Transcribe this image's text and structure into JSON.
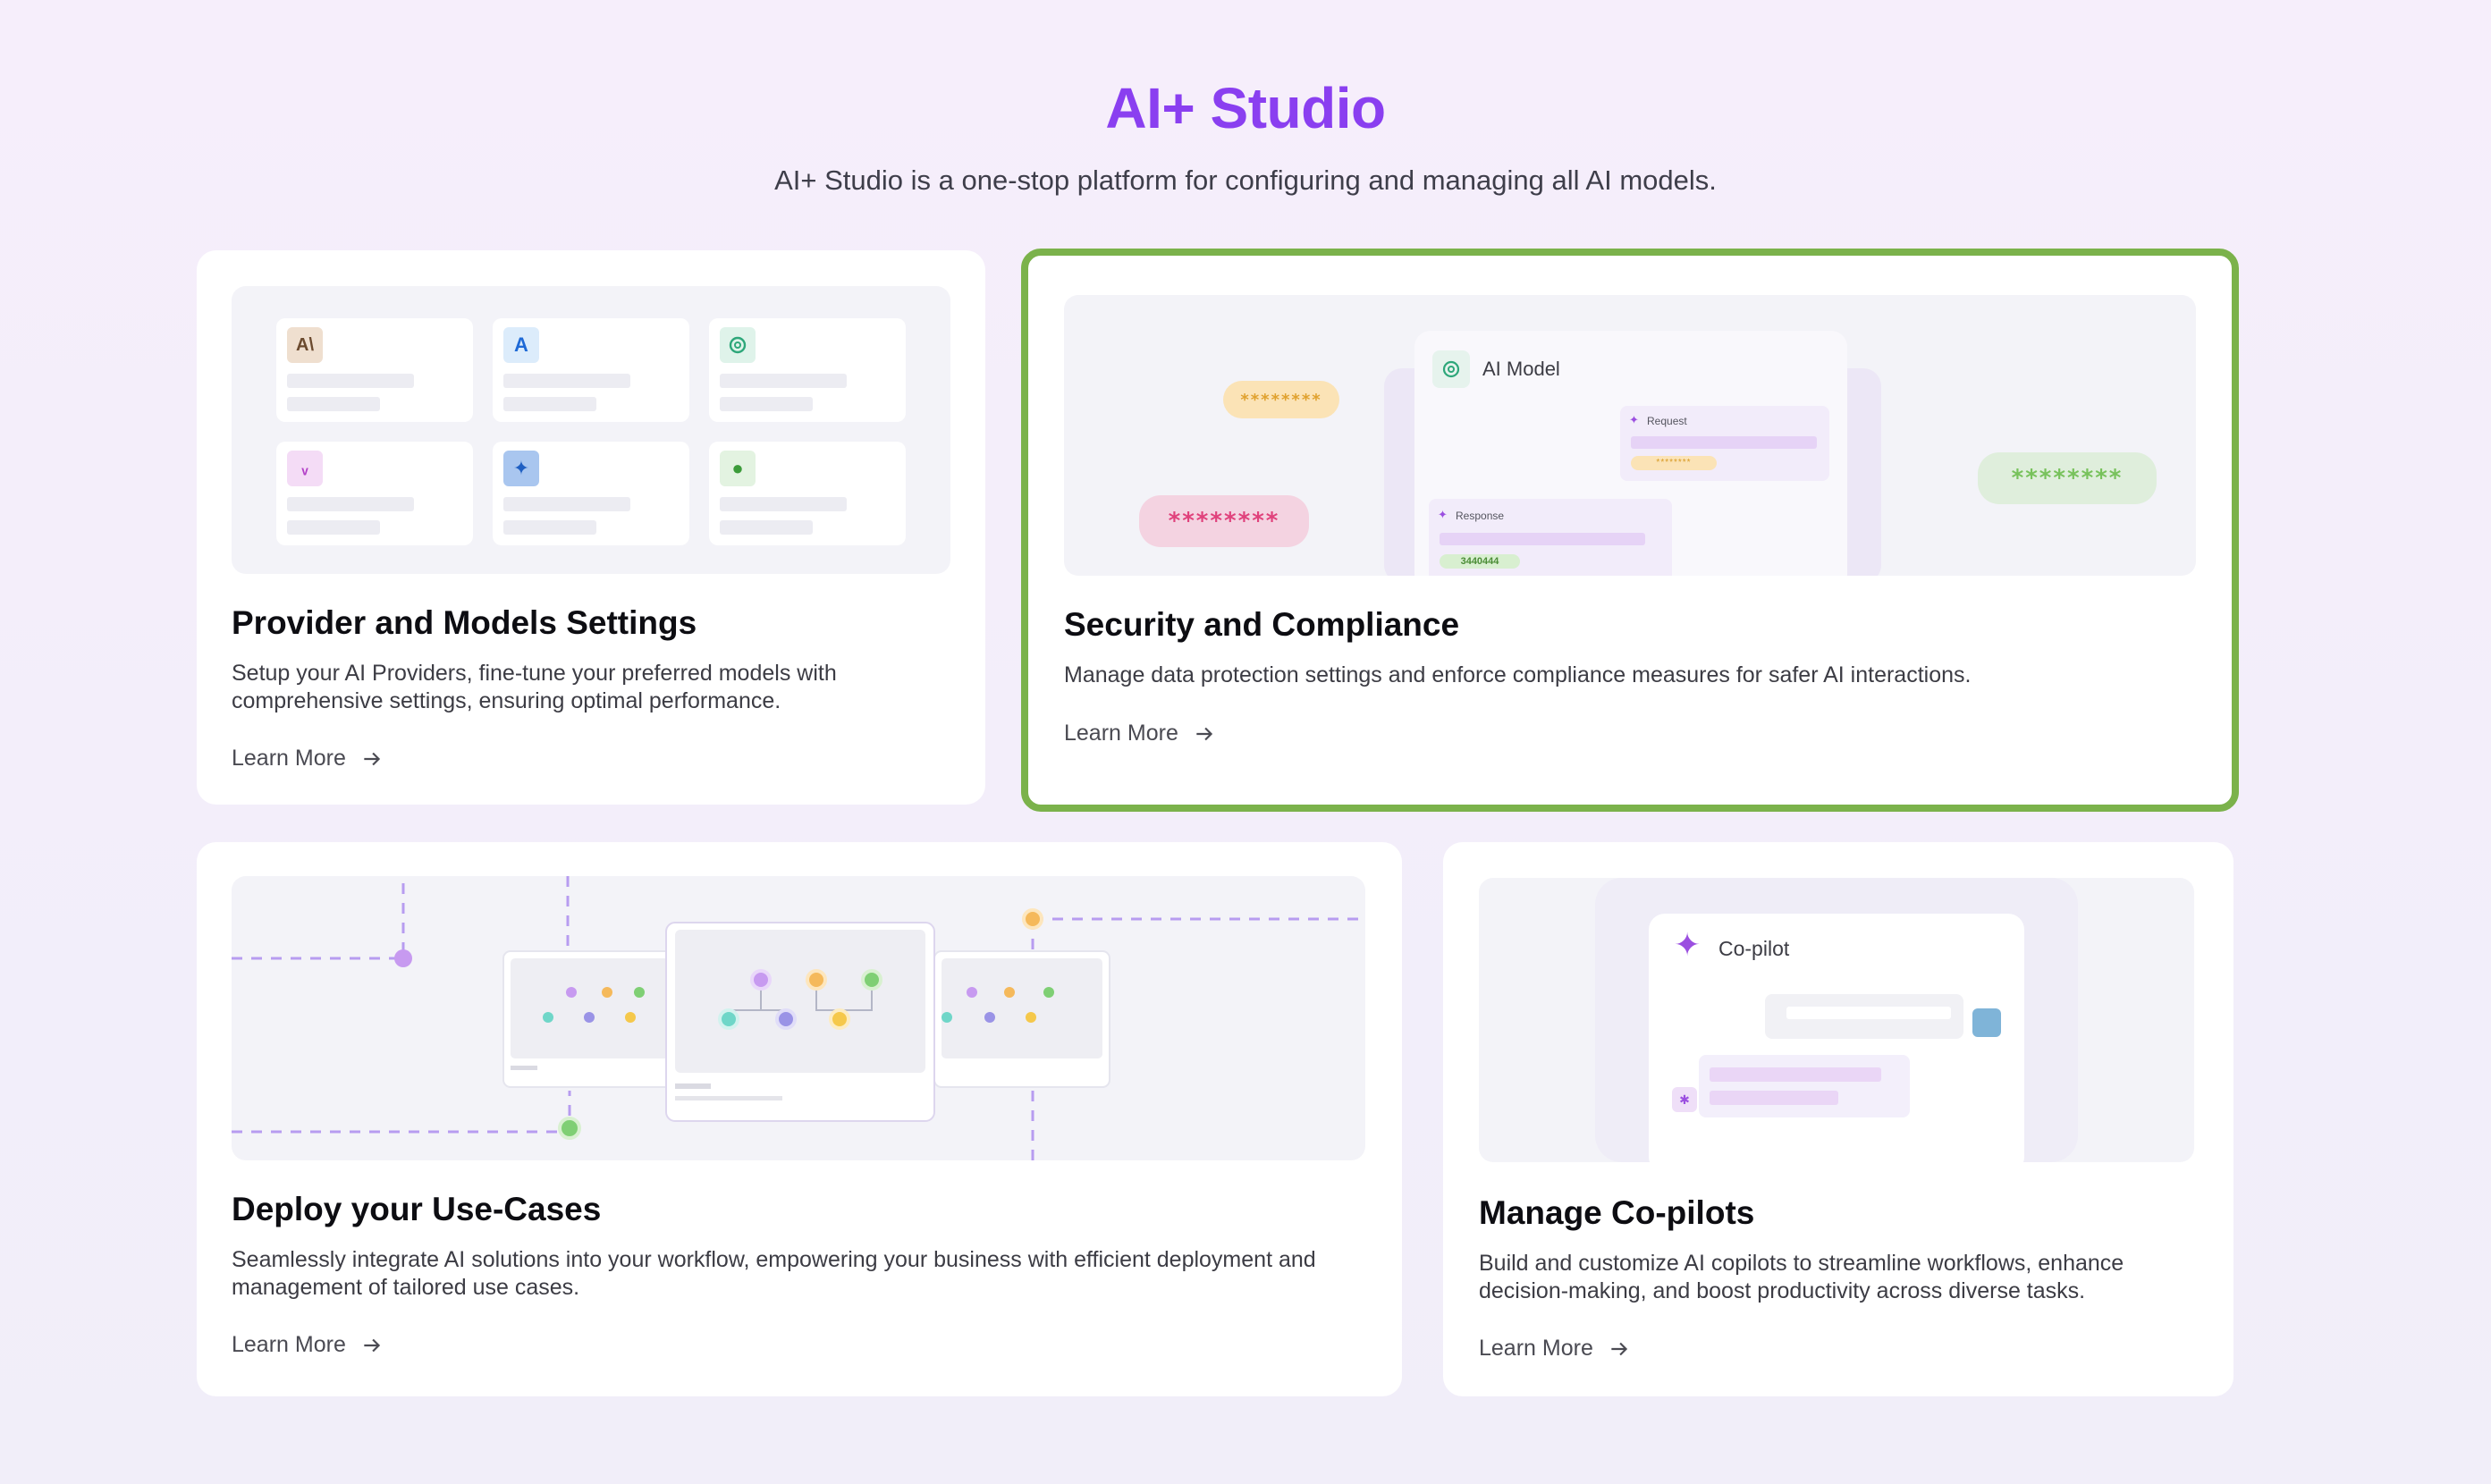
{
  "header": {
    "title": "AI+ Studio",
    "subtitle": "AI+ Studio is a one-stop platform for configuring and managing all AI models."
  },
  "cards": [
    {
      "title": "Provider and Models Settings",
      "description": "Setup your AI Providers, fine-tune your preferred models with comprehensive settings, ensuring optimal performance.",
      "link": "Learn More",
      "provider_icons": [
        "anthropic-icon",
        "azure-icon",
        "openai-icon",
        "mistral-icon",
        "gemini-icon",
        "android-icon"
      ]
    },
    {
      "title": "Security and Compliance",
      "description": "Manage data protection settings and enforce compliance measures for safer AI interactions.",
      "link": "Learn More",
      "illustration": {
        "model_label": "AI Model",
        "request_label": "Request",
        "response_label": "Response",
        "response_value": "3440444",
        "masked_yellow": "********",
        "masked_pink": "********",
        "masked_green": "********",
        "masked_small": "********"
      }
    },
    {
      "title": "Deploy your Use-Cases",
      "description": "Seamlessly integrate AI solutions into your workflow, empowering your business with efficient deployment and management of tailored use cases.",
      "link": "Learn More"
    },
    {
      "title": "Manage Co-pilots",
      "description": "Build and customize AI copilots to streamline workflows, enhance decision-making, and boost productivity across diverse tasks.",
      "link": "Learn More",
      "illustration": {
        "copilot_label": "Co-pilot"
      }
    }
  ],
  "colors": {
    "accent": "#8a3ff0",
    "highlight_border": "#7bb24b"
  }
}
